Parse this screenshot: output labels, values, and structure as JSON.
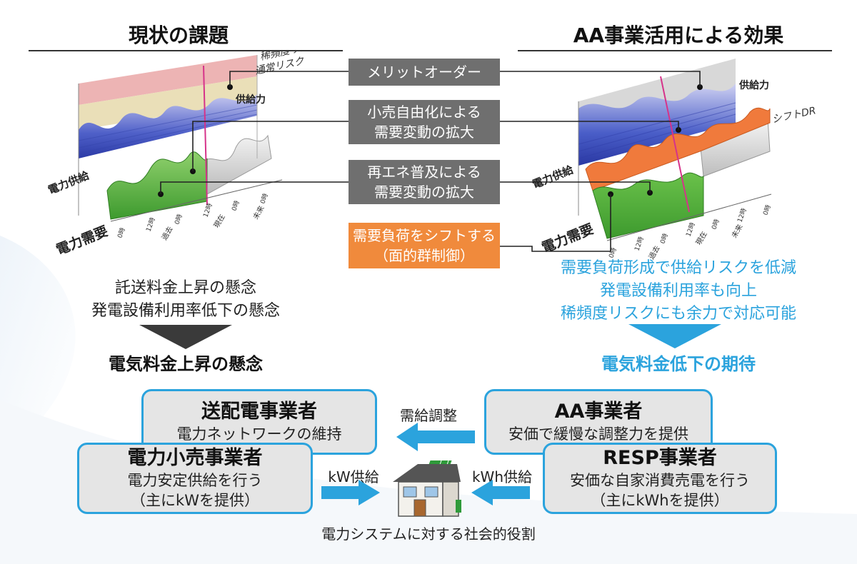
{
  "headers": {
    "left": "現状の課題",
    "right": "AA事業活用による効果"
  },
  "left_chart": {
    "labels": {
      "rare_risk": "稀頻度リスク",
      "normal_risk": "通常リスク",
      "supply": "供給力",
      "power_supply": "電力供給",
      "power_demand": "電力需要"
    },
    "ticks": [
      "0時",
      "12時",
      "0時",
      "12時",
      "0時",
      "0時"
    ],
    "period_labels": [
      "過去",
      "現在",
      "未来"
    ]
  },
  "right_chart": {
    "labels": {
      "supply": "供給力",
      "shift_dr": "シフトDR",
      "power_supply": "電力供給",
      "power_demand": "電力需要"
    },
    "ticks": [
      "0時",
      "12時",
      "0時",
      "12時",
      "0時",
      "12時",
      "0時"
    ],
    "period_labels": [
      "過去",
      "現在",
      "未来"
    ]
  },
  "center_boxes": {
    "merit_order": "メリットオーダー",
    "retail_lines": [
      "小売自由化による",
      "需要変動の拡大"
    ],
    "renewable_lines": [
      "再エネ普及による",
      "需要変動の拡大"
    ],
    "shift_lines": [
      "需要負荷をシフトする",
      "（面的群制御）"
    ]
  },
  "left_concerns": [
    "託送料金上昇の懸念",
    "発電設備利用率低下の懸念"
  ],
  "left_conclusion": "電気料金上昇の懸念",
  "right_effects": [
    "需要負荷形成で供給リスクを低減",
    "発電設備利用率も向上",
    "稀頻度リスクにも余力で対応可能"
  ],
  "right_conclusion": "電気料金低下の期待",
  "roles": {
    "transmission": {
      "title": "送配電事業者",
      "lines": [
        "電力ネットワークの維持"
      ]
    },
    "retail": {
      "title": "電力小売事業者",
      "lines": [
        "電力安定供給を行う",
        "（主にkWを提供）"
      ]
    },
    "aa": {
      "title": "AA事業者",
      "lines": [
        "安価で緩慢な調整力を提供"
      ]
    },
    "resp": {
      "title": "RESP事業者",
      "lines": [
        "安価な自家消費売電を行う",
        "（主にkWhを提供）"
      ]
    }
  },
  "arrows": {
    "balancing": "需給調整",
    "kw_supply": "kW供給",
    "kwh_supply": "kWh供給"
  },
  "footer": "電力システムに対する社会的役割",
  "colors": {
    "accent_blue": "#2ba3dd",
    "orange": "#f08a3c",
    "gray_box": "#6f6f6f",
    "demand_green": "#4fae3a",
    "shift_orange": "#f07a3c",
    "supply_blue": "#4a5ec8",
    "risk_pink": "#e8a0a0"
  }
}
